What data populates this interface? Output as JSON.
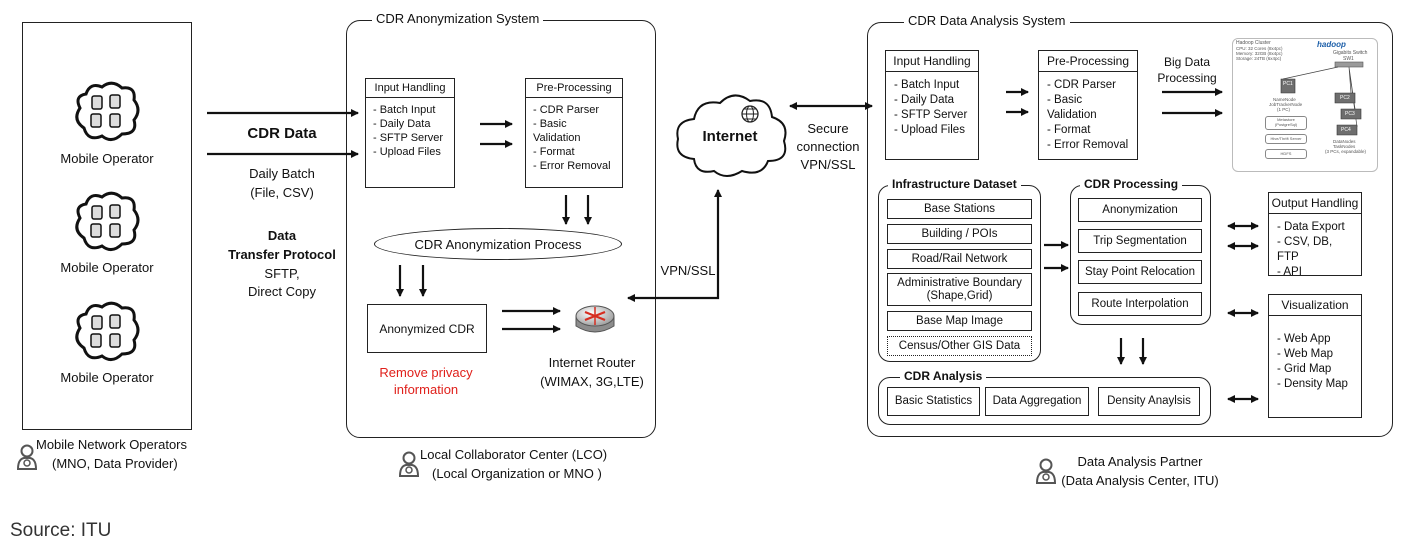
{
  "mno": {
    "operator_label": "Mobile Operator",
    "caption_line1": "Mobile Network Operators",
    "caption_line2": "(MNO, Data Provider)"
  },
  "transfer": {
    "cdr_data": "CDR Data",
    "daily_batch": "Daily Batch",
    "file_csv": "(File, CSV)",
    "protocol_title_1": "Data",
    "protocol_title_2": "Transfer Protocol",
    "protocol_1": "SFTP,",
    "protocol_2": "Direct Copy"
  },
  "anon_system": {
    "title": "CDR Anonymization System",
    "input_handling": {
      "title": "Input Handling",
      "items": [
        "- Batch Input",
        "- Daily Data",
        "- SFTP Server",
        "- Upload Files"
      ]
    },
    "pre_processing": {
      "title": "Pre-Processing",
      "items": [
        "- CDR Parser",
        "- Basic Validation",
        "- Format",
        "- Error Removal"
      ]
    },
    "process": "CDR Anonymization Process",
    "anonymized_cdr": "Anonymized CDR",
    "remove_privacy_1": "Remove privacy",
    "remove_privacy_2": "information",
    "router_1": "Internet Router",
    "router_2": "(WIMAX, 3G,LTE)",
    "caption_line1": "Local Collaborator Center (LCO)",
    "caption_line2": "(Local Organization or MNO )"
  },
  "network": {
    "internet": "Internet",
    "secure_1": "Secure",
    "secure_2": "connection",
    "secure_3": "VPN/SSL",
    "vpn": "VPN/SSL"
  },
  "analysis_system": {
    "title": "CDR Data Analysis System",
    "input_handling": {
      "title": "Input Handling",
      "items": [
        "- Batch Input",
        "- Daily Data",
        "- SFTP Server",
        "- Upload Files"
      ]
    },
    "pre_processing": {
      "title": "Pre-Processing",
      "items": [
        "- CDR Parser",
        "- Basic Validation",
        "- Format",
        "- Error Removal"
      ]
    },
    "big_data_1": "Big Data",
    "big_data_2": "Processing",
    "hadoop": {
      "cluster": "Hadoop Cluster",
      "spec_1": "CPU: 32 Cores (8x4pc)",
      "spec_2": "Memory: 32GB (8x4pc)",
      "spec_3": "Storage: 24TB (6x4pc)",
      "logo": "hadoop",
      "switch_1": "Gigabits Switch",
      "switch_2": "SW1",
      "pc1": "PC1",
      "pc2": "PC2",
      "pc3": "PC3",
      "pc4": "PC4",
      "namenode_1": "NameNode",
      "namenode_2": "JobTrackerNode",
      "namenode_3": "(1 PC)",
      "metastore_1": "Metastore",
      "metastore_2": "(PostgreSql)",
      "hive": "Hive/Thrift Server",
      "hdfs": "HDFS",
      "datanodes_1": "DataNodes",
      "datanodes_2": "TaskNodes",
      "datanodes_3": "(3 PCs, expandable)"
    },
    "infra": {
      "title": "Infrastructure Dataset",
      "items": [
        "Base Stations",
        "Building / POIs",
        "Road/Rail Network"
      ],
      "admin_1": "Administrative Boundary",
      "admin_2": "(Shape,Grid)",
      "base_map": "Base Map Image",
      "census": "Census/Other GIS Data"
    },
    "cdr_processing": {
      "title": "CDR Processing",
      "items": [
        "Anonymization",
        "Trip Segmentation",
        "Stay Point Relocation",
        "Route Interpolation"
      ]
    },
    "output_handling": {
      "title": "Output Handling",
      "items": [
        "- Data Export",
        "- CSV, DB, FTP",
        "- API"
      ]
    },
    "visualization": {
      "title": "Visualization",
      "items": [
        "- Web App",
        "- Web Map",
        "- Grid Map",
        "- Density Map"
      ]
    },
    "cdr_analysis": {
      "title": "CDR Analysis",
      "items": [
        "Basic Statistics",
        "Data Aggregation",
        "Density Anaylsis"
      ]
    },
    "caption_line1": "Data Analysis Partner",
    "caption_line2": "(Data Analysis Center, ITU)"
  },
  "source": "Source: ITU",
  "colors": {
    "privacy": "#e0201b",
    "line": "#222222"
  }
}
